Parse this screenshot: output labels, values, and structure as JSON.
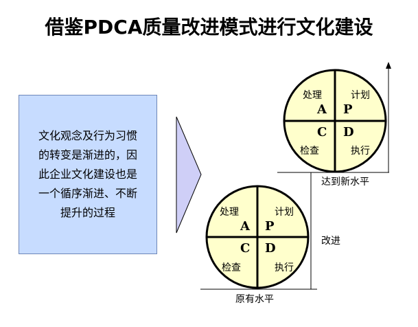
{
  "title": "借鉴PDCA质量改进模式进行文化建设",
  "description_box": {
    "text": "文化观念及行为习惯的转变是渐进的，因此企业文化建设也是一个循序渐进、不断提升的过程"
  },
  "cycle_upper": {
    "top_left_label": "处理",
    "top_right_label": "计划",
    "letter_a": "A",
    "letter_p": "P",
    "letter_c": "C",
    "letter_d": "D",
    "bottom_left_label": "检查",
    "bottom_right_label": "执行"
  },
  "cycle_lower": {
    "top_left_label": "处理",
    "top_right_label": "计划",
    "letter_a": "A",
    "letter_p": "P",
    "letter_c": "C",
    "letter_d": "D",
    "bottom_left_label": "检查",
    "bottom_right_label": "执行"
  },
  "levels": {
    "new_level": "达到新水平",
    "improve": "改进",
    "original_level": "原有水平"
  },
  "colors": {
    "box_fill": "#c7dcff",
    "wedge_fill": "#cfcff7",
    "circle_fill": "#ffffcc",
    "circle_stroke": "#000000"
  }
}
